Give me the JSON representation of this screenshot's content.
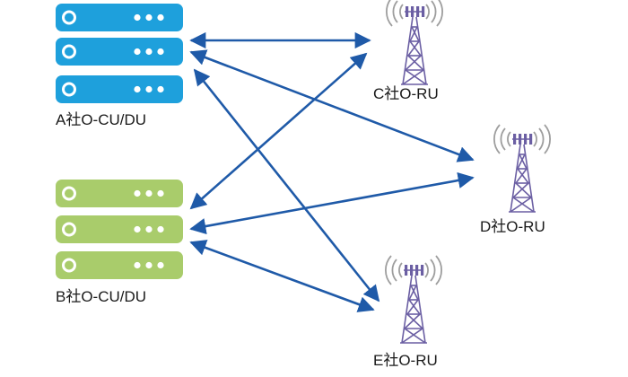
{
  "servers": [
    {
      "id": "A",
      "label": "A社O-CU/DU",
      "color": "#1ea0dc"
    },
    {
      "id": "B",
      "label": "B社O-CU/DU",
      "color": "#a9cc6b"
    }
  ],
  "towers": [
    {
      "id": "C",
      "label": "C社O-RU"
    },
    {
      "id": "D",
      "label": "D社O-RU"
    },
    {
      "id": "E",
      "label": "E社O-RU"
    }
  ],
  "links": [
    {
      "from": "A",
      "to": "C"
    },
    {
      "from": "A",
      "to": "D"
    },
    {
      "from": "A",
      "to": "E"
    },
    {
      "from": "B",
      "to": "C"
    },
    {
      "from": "B",
      "to": "D"
    },
    {
      "from": "B",
      "to": "E"
    }
  ],
  "colors": {
    "arrow": "#1f5aa8",
    "tower": "#6b5fa3",
    "signal": "#9e9e9e",
    "unit_detail": "#ffffff"
  }
}
